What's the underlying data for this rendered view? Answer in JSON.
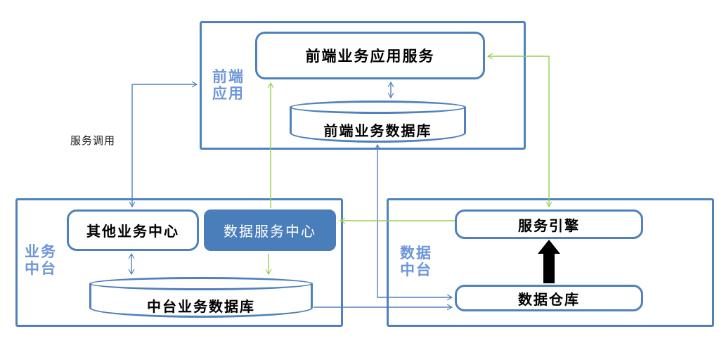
{
  "diagram": {
    "annotation": {
      "service_call_label": "服务调用"
    },
    "groups": {
      "frontend": {
        "label": "前端应用",
        "line1": "前端",
        "line2": "应用"
      },
      "business": {
        "label": "业务中台",
        "line1": "业务",
        "line2": "中台"
      },
      "data": {
        "label": "数据中台",
        "line1": "数据",
        "line2": "中台"
      }
    },
    "nodes": {
      "frontend_app_service": {
        "label": "前端业务应用服务",
        "shape": "rounded-rect"
      },
      "frontend_db": {
        "label": "前端业务数据库",
        "shape": "cylinder"
      },
      "other_business_center": {
        "label": "其他业务中心",
        "shape": "rounded-rect"
      },
      "data_service_center": {
        "label": "数据服务中心",
        "shape": "rounded-rect",
        "filled": true
      },
      "middle_business_db": {
        "label": "中台业务数据库",
        "shape": "cylinder"
      },
      "service_engine": {
        "label": "服务引擎",
        "shape": "rounded-rect"
      },
      "data_warehouse": {
        "label": "数据仓库",
        "shape": "rounded-rect"
      }
    },
    "edges": [
      {
        "id": "service-call",
        "from": "其他业务中心",
        "to": "前端应用",
        "color": "blue",
        "arrows": "both",
        "label": "服务调用",
        "style": "elbow"
      },
      {
        "id": "frontend-service-db",
        "from": "前端业务应用服务",
        "to": "前端业务数据库",
        "color": "blue",
        "arrows": "both",
        "style": "straight"
      },
      {
        "id": "other-center-middle-db",
        "from": "其他业务中心",
        "to": "中台业务数据库",
        "color": "blue",
        "arrows": "both",
        "style": "straight"
      },
      {
        "id": "frontend-db-warehouse",
        "from": "前端业务数据库",
        "to": "数据仓库",
        "color": "blue",
        "arrows": "both",
        "style": "elbow"
      },
      {
        "id": "middle-db-warehouse",
        "from": "中台业务数据库",
        "to": "数据仓库",
        "color": "blue",
        "arrows": "end",
        "style": "straight"
      },
      {
        "id": "data-service-frontend-service",
        "from": "数据服务中心",
        "to": "前端业务应用服务",
        "color": "green",
        "arrows": "end",
        "style": "straight"
      },
      {
        "id": "data-service-middle-db",
        "from": "数据服务中心",
        "to": "中台业务数据库",
        "color": "green",
        "arrows": "end",
        "style": "straight"
      },
      {
        "id": "engine-data-service",
        "from": "服务引擎",
        "to": "数据服务中心",
        "color": "green",
        "arrows": "end",
        "style": "straight"
      },
      {
        "id": "frontend-service-engine",
        "from": "前端业务应用服务",
        "to": "服务引擎",
        "color": "green",
        "arrows": "both",
        "style": "elbow"
      },
      {
        "id": "warehouse-engine",
        "from": "数据仓库",
        "to": "服务引擎",
        "color": "black",
        "arrows": "end",
        "style": "thick"
      }
    ],
    "colors": {
      "box_border": "#4E81BD",
      "filled_node_fill": "#4A7EBB",
      "group_label_text": "#6C96D9",
      "blue_arrow": "#4F81BD",
      "green_arrow": "#92D050",
      "thick_arrow": "#000000",
      "node_fill": "#FFFFFF",
      "node_text": "#000000"
    }
  }
}
